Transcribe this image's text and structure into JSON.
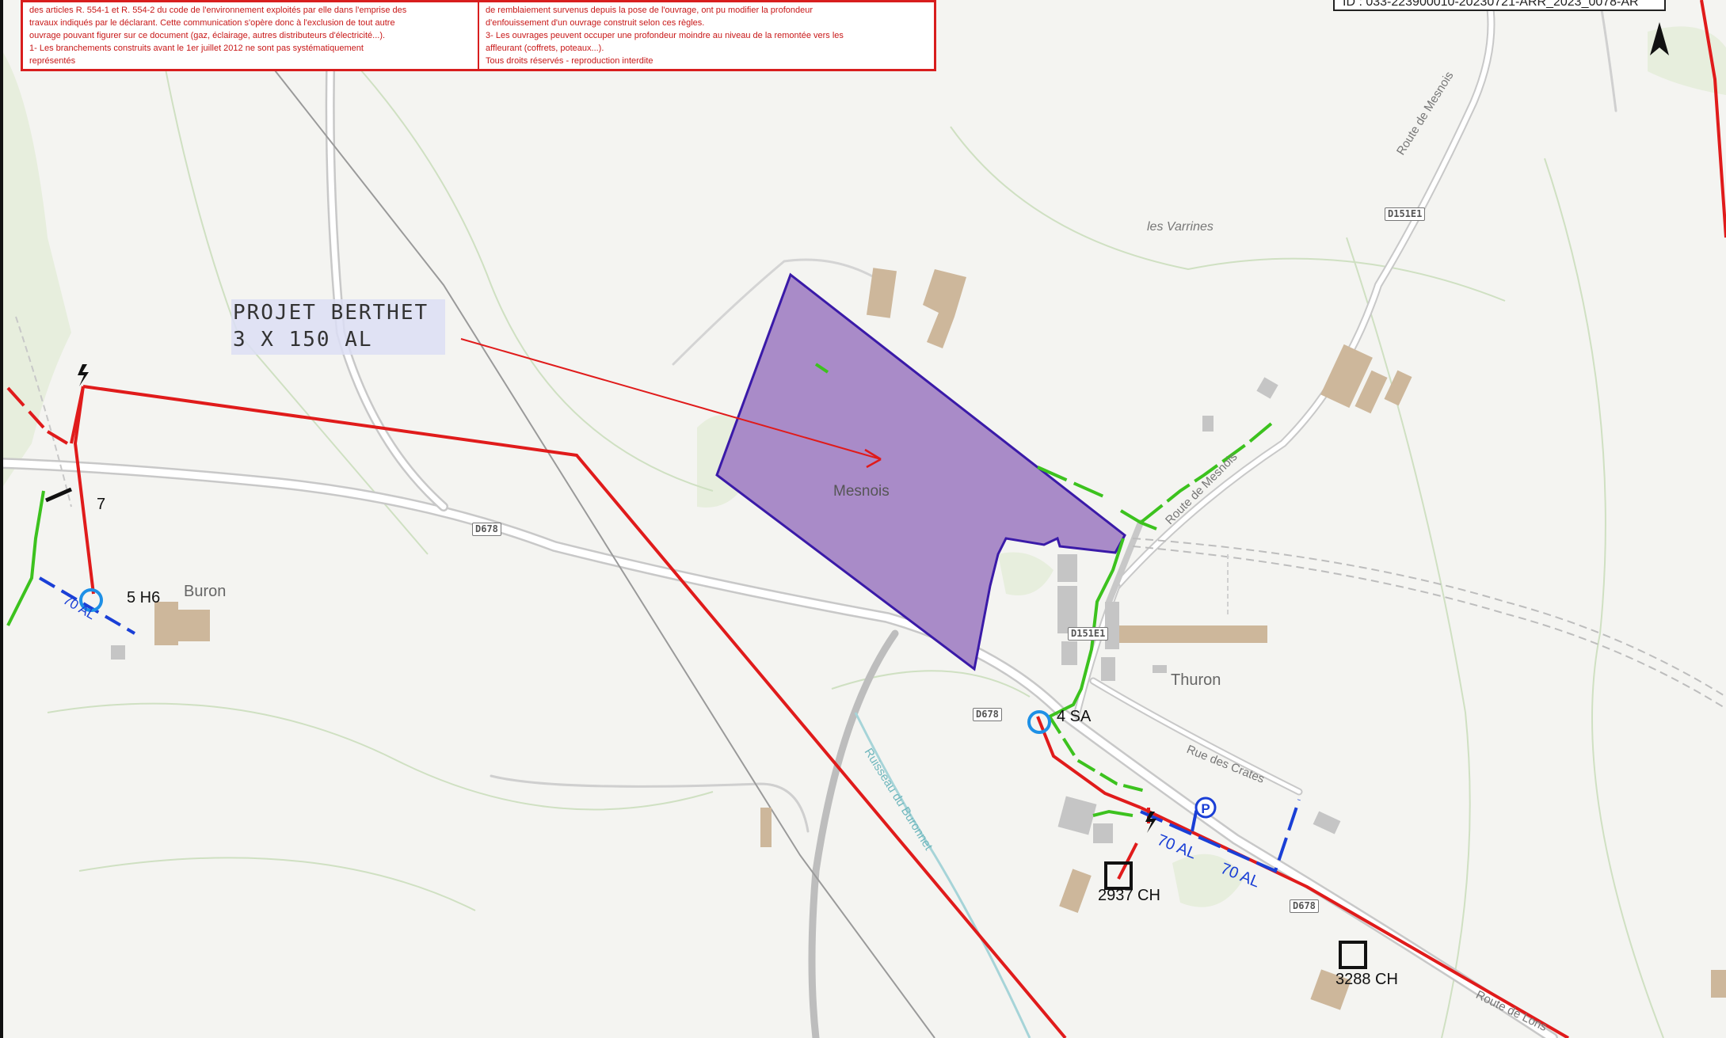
{
  "legend": {
    "left_col": [
      "des articles R. 554-1 et R. 554-2 du code de l'environnement exploités par elle dans l'emprise des",
      "travaux indiqués par le déclarant. Cette communication s'opère donc à l'exclusion de tout autre",
      "ouvrage pouvant figurer sur ce document (gaz, éclairage, autres distributeurs d'électricité...).",
      "1- Les branchements construits avant le 1er juillet 2012 ne sont pas systématiquement",
      "représentés"
    ],
    "right_col": [
      "de remblaiement survenus depuis la pose de l'ouvrage, ont pu modifier la profondeur",
      "d'enfouissement d'un ouvrage construit selon ces règles.",
      "3- Les ouvrages peuvent occuper une profondeur moindre au niveau de la remontée vers les",
      "affleurant (coffrets, poteaux...).",
      "Tous droits réservés - reproduction interdite"
    ]
  },
  "id_box": "ID : 033-223900010-20230721-ARR_2023_0078-AR",
  "projet": {
    "line1": "PROJET BERTHET",
    "line2": "3 X 150 AL"
  },
  "places": {
    "les_varrines": "les Varrines",
    "mesnois": "Mesnois",
    "buron": "Buron",
    "thuron": "Thuron"
  },
  "road_names": {
    "route_mesnois_1": "Route de Mesnois",
    "route_mesnois_2": "Route de Mesnois",
    "rue_crates": "Rue des Crates",
    "route_lons": "Route de Lons",
    "ruisseau": "Ruisseau du Buronnet"
  },
  "road_tags": {
    "d151e1_top": "D151E1",
    "d151e1_mid": "D151E1",
    "d678_left": "D678",
    "d678_mid": "D678",
    "d678_right": "D678"
  },
  "network_labels": {
    "pole_7": "7",
    "h6": "5 H6",
    "sa": "4 SA",
    "ch_2937": "2937 CH",
    "ch_3288": "3288 CH",
    "al70_a": "70 AL",
    "al70_b": "70 AL",
    "al70_buron": "70 AL"
  },
  "colors": {
    "hta_red": "#e01b1b",
    "bt_green": "#3cc21e",
    "bt_blue": "#1a3fd6",
    "parcel_fill": "#a98bc8",
    "parcel_stroke": "#3a1aa8",
    "building": "#cdb79b",
    "road": "#c9c9c9"
  }
}
